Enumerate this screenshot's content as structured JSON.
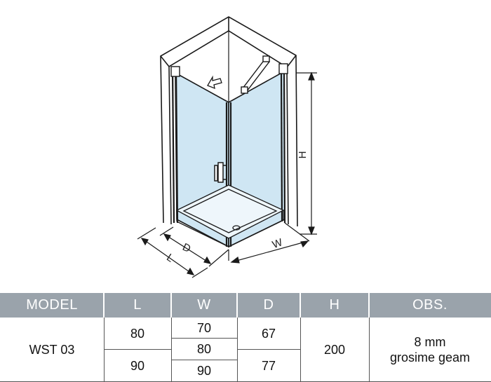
{
  "drawing": {
    "dimension_labels": {
      "height": "H",
      "width": "W",
      "depth": "D",
      "length": "L"
    },
    "colors": {
      "glass": "#cfe6f3",
      "wall": "#ffffff",
      "outline": "#1a1a1a"
    }
  },
  "table": {
    "headers": {
      "model": "MODEL",
      "l": "L",
      "w": "W",
      "d": "D",
      "h": "H",
      "obs": "OBS."
    },
    "model": "WST 03",
    "rows": [
      {
        "l": "80",
        "w": "70",
        "d": "67"
      },
      {
        "w2": "80"
      },
      {
        "l": "90",
        "w": "90",
        "d": "77"
      }
    ],
    "h_value": "200",
    "obs_line1": "8 mm",
    "obs_line2": "grosime geam",
    "colors": {
      "header_bg": "#9aa3ab",
      "header_text": "#ffffff"
    }
  }
}
